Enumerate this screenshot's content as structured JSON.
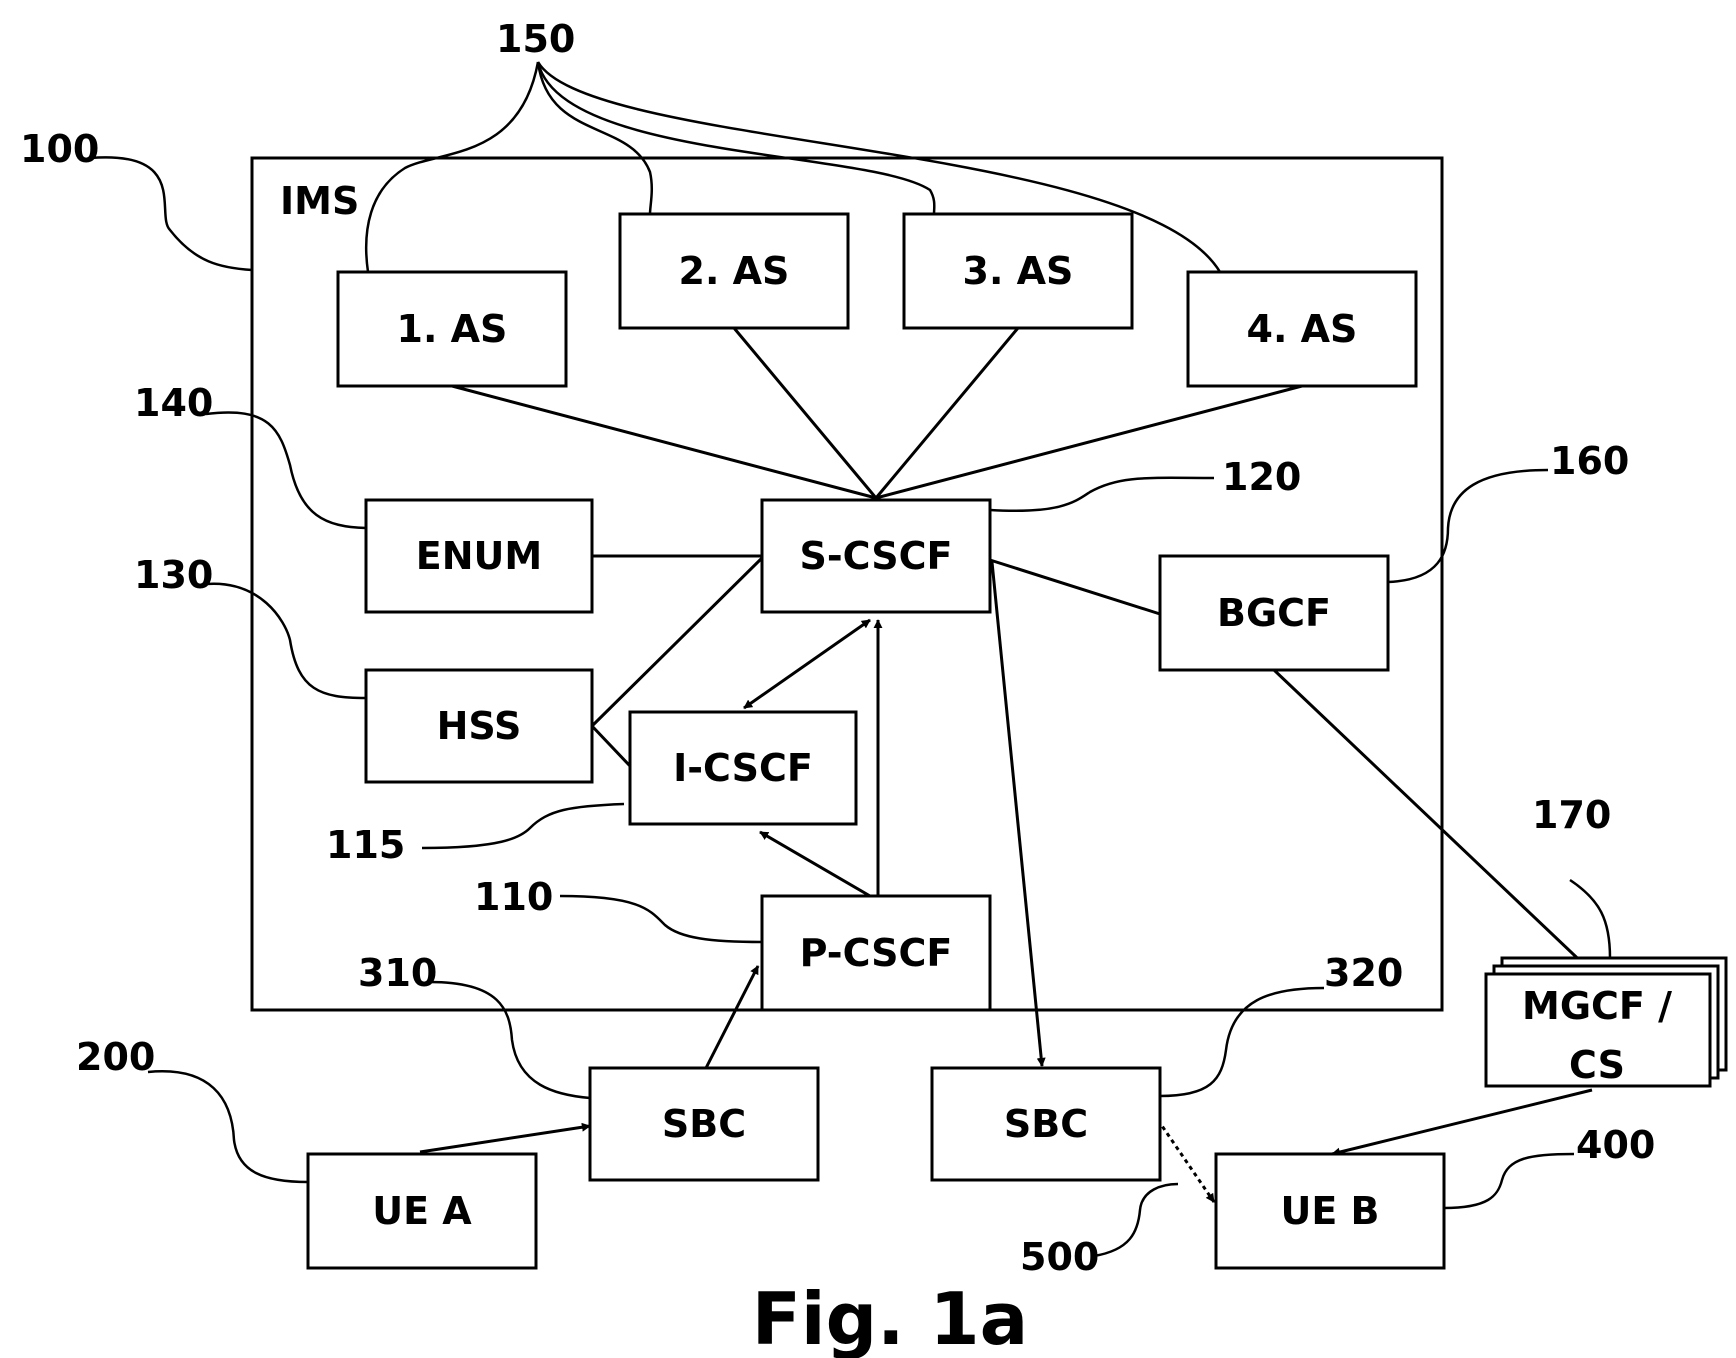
{
  "figure": {
    "caption": "Fig. 1a"
  },
  "ims": {
    "label": "IMS"
  },
  "nodes": {
    "as1": "1. AS",
    "as2": "2. AS",
    "as3": "3. AS",
    "as4": "4. AS",
    "enum": "ENUM",
    "scscf": "S-CSCF",
    "hss": "HSS",
    "icscf": "I-CSCF",
    "pcscf": "P-CSCF",
    "bgcf": "BGCF",
    "mgcf_line1": "MGCF /",
    "mgcf_line2": "CS",
    "sbc_a": "SBC",
    "sbc_b": "SBC",
    "ue_a": "UE A",
    "ue_b": "UE B"
  },
  "refs": {
    "r100": "100",
    "r150": "150",
    "r140": "140",
    "r130": "130",
    "r120": "120",
    "r160": "160",
    "r115": "115",
    "r110": "110",
    "r170": "170",
    "r310": "310",
    "r320": "320",
    "r200": "200",
    "r400": "400",
    "r500": "500"
  }
}
